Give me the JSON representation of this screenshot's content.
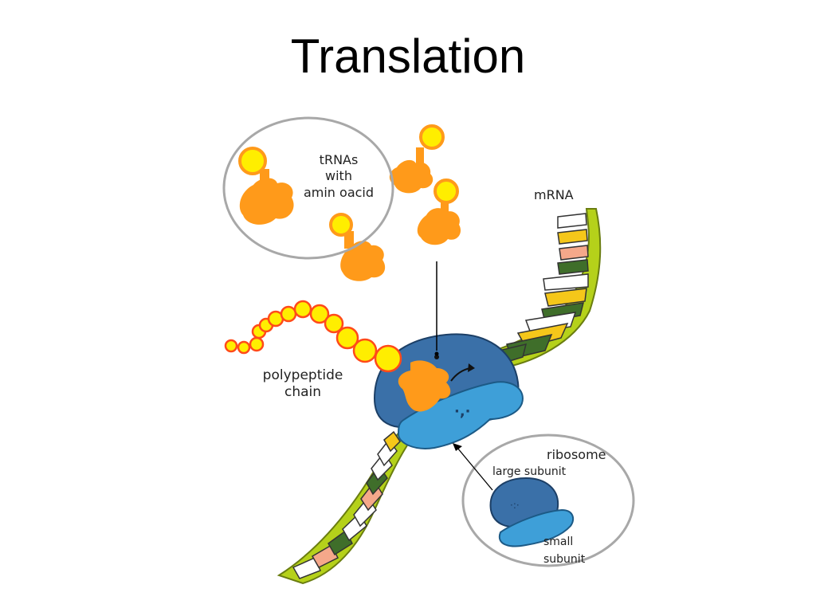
{
  "title": "Translation",
  "labels": {
    "trnas_line1": "tRNAs",
    "trnas_line2": "with",
    "trnas_line3": "amin oacid",
    "mrna": "mRNA",
    "polypeptide_line1": "polypeptide",
    "polypeptide_line2": "chain",
    "ribosome": "ribosome",
    "large_subunit": "large subunit",
    "small_line1": "small",
    "small_line2": "subunit"
  },
  "colors": {
    "trna_orange": "#ff9a1a",
    "amino_yellow": "#ffee00",
    "amino_ring": "#ff4a1a",
    "large_subunit": "#3a70a8",
    "small_subunit": "#3e9fd8",
    "mrna_strand": "#b5d11a",
    "circle_gray": "#a8a8a8"
  }
}
